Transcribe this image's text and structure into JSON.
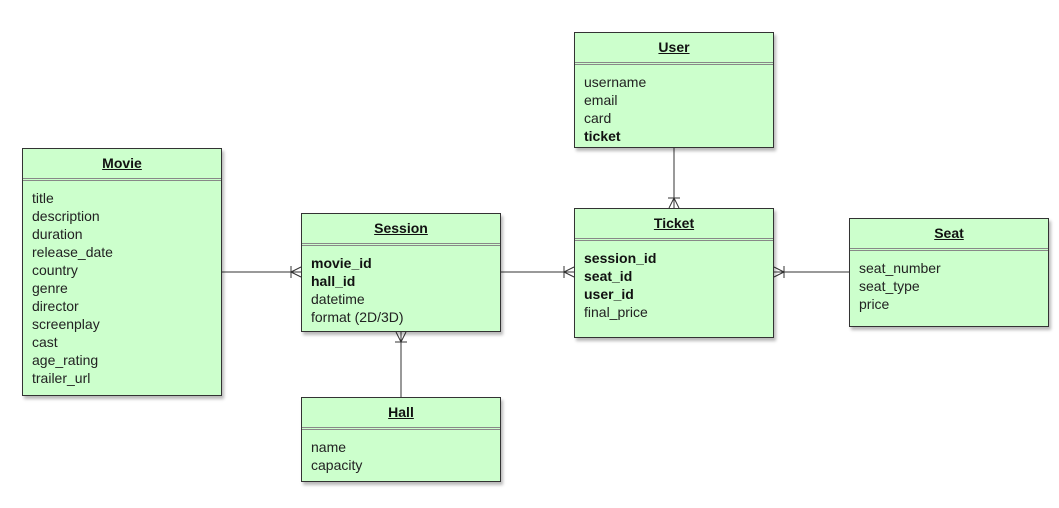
{
  "diagram": {
    "entities": {
      "user": {
        "title": "User",
        "attributes": [
          {
            "name": "username",
            "key": false
          },
          {
            "name": "email",
            "key": false
          },
          {
            "name": "card",
            "key": false
          },
          {
            "name": "ticket",
            "key": true
          }
        ]
      },
      "movie": {
        "title": "Movie",
        "attributes": [
          {
            "name": "title",
            "key": false
          },
          {
            "name": "description",
            "key": false
          },
          {
            "name": "duration",
            "key": false
          },
          {
            "name": "release_date",
            "key": false
          },
          {
            "name": "country",
            "key": false
          },
          {
            "name": "genre",
            "key": false
          },
          {
            "name": "director",
            "key": false
          },
          {
            "name": "screenplay",
            "key": false
          },
          {
            "name": "cast",
            "key": false
          },
          {
            "name": "age_rating",
            "key": false
          },
          {
            "name": "trailer_url",
            "key": false
          }
        ]
      },
      "session": {
        "title": "Session",
        "attributes": [
          {
            "name": "movie_id",
            "key": true
          },
          {
            "name": "hall_id",
            "key": true
          },
          {
            "name": "datetime",
            "key": false
          },
          {
            "name": "format (2D/3D)",
            "key": false
          }
        ]
      },
      "ticket": {
        "title": "Ticket",
        "attributes": [
          {
            "name": "session_id",
            "key": true
          },
          {
            "name": "seat_id",
            "key": true
          },
          {
            "name": "user_id",
            "key": true
          },
          {
            "name": "final_price",
            "key": false
          }
        ]
      },
      "seat": {
        "title": "Seat",
        "attributes": [
          {
            "name": "seat_number",
            "key": false
          },
          {
            "name": "seat_type",
            "key": false
          },
          {
            "name": "price",
            "key": false
          }
        ]
      },
      "hall": {
        "title": "Hall",
        "attributes": [
          {
            "name": "name",
            "key": false
          },
          {
            "name": "capacity",
            "key": false
          }
        ]
      }
    },
    "relationships": [
      {
        "from": "movie",
        "to": "session",
        "many_end": "session"
      },
      {
        "from": "hall",
        "to": "session",
        "many_end": "session"
      },
      {
        "from": "session",
        "to": "ticket",
        "many_end": "ticket"
      },
      {
        "from": "user",
        "to": "ticket",
        "many_end": "ticket"
      },
      {
        "from": "seat",
        "to": "ticket",
        "many_end": "ticket"
      }
    ],
    "colors": {
      "entity_fill": "#ccffcc",
      "entity_border": "#333333",
      "line": "#333333",
      "background": "#ffffff"
    }
  }
}
